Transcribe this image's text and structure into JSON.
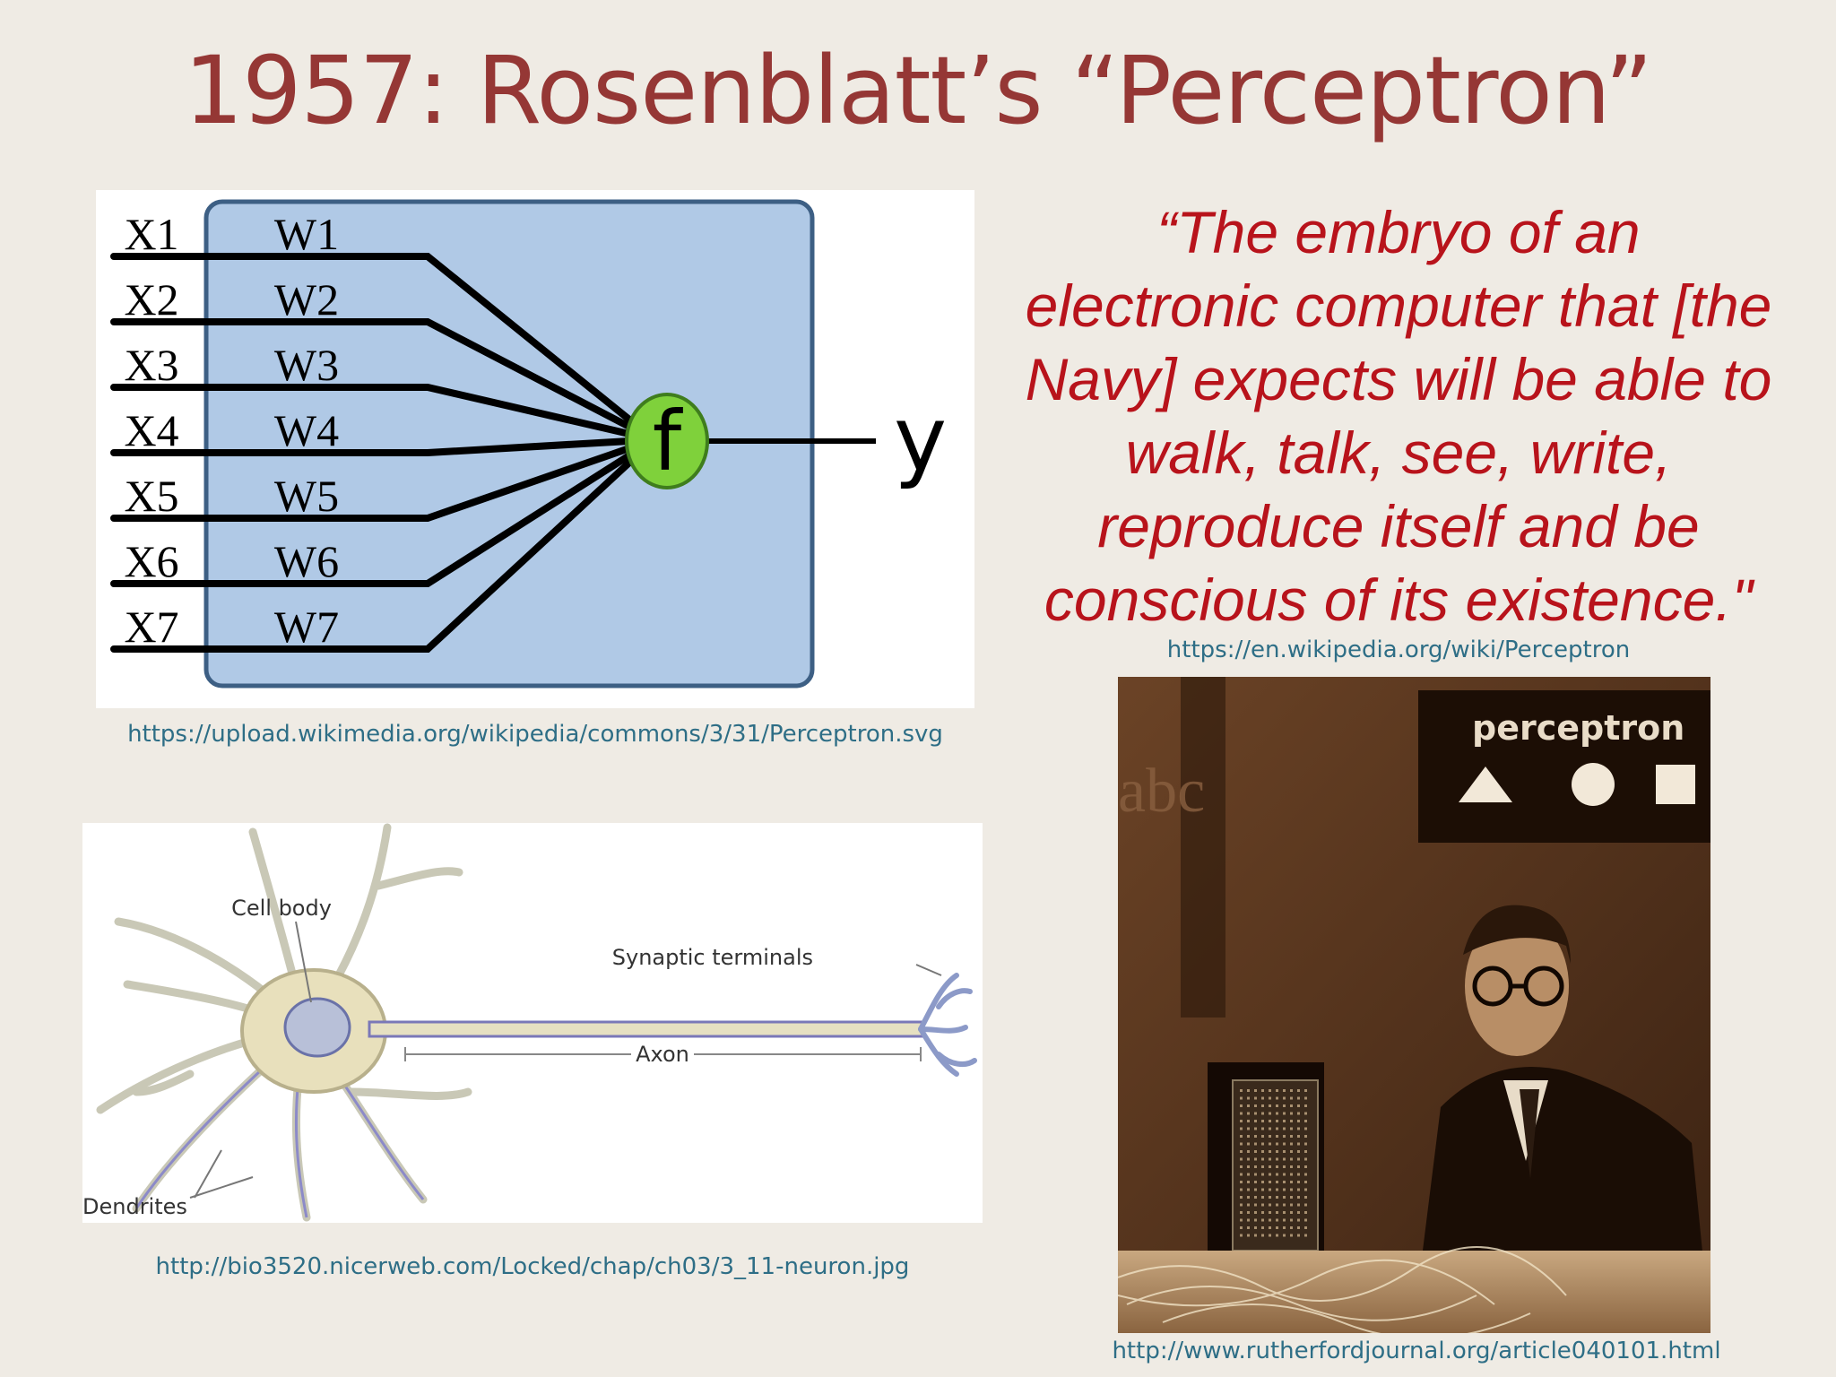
{
  "slide": {
    "title": "1957: Rosenblatt’s “Perceptron”"
  },
  "perceptron_diagram": {
    "inputs": [
      "X1",
      "X2",
      "X3",
      "X4",
      "X5",
      "X6",
      "X7"
    ],
    "weights": [
      "W1",
      "W2",
      "W3",
      "W4",
      "W5",
      "W6",
      "W7"
    ],
    "function_label": "f",
    "output_label": "y",
    "colors": {
      "box_fill": "#b0c9e6",
      "box_stroke": "#3d5f84",
      "node_fill": "#7fd13b",
      "node_stroke": "#3f7d1d"
    },
    "caption": "https://upload.wikimedia.org/wikipedia/commons/3/31/Perceptron.svg"
  },
  "quote": {
    "lines": [
      "“The embryo of an",
      "electronic computer that [the",
      "Navy] expects will be able to",
      "walk, talk, see, write,",
      "reproduce itself and be",
      "conscious of its existence.\""
    ],
    "source": "https://en.wikipedia.org/wiki/Perceptron",
    "color": "#b8131b"
  },
  "neuron_diagram": {
    "labels": {
      "cell_body": "Cell body",
      "synaptic_terminals": "Synaptic terminals",
      "axon": "Axon",
      "dendrites": "Dendrites"
    },
    "caption": "http://bio3520.nicerweb.com/Locked/chap/ch03/3_11-neuron.jpg"
  },
  "photo": {
    "sign_text": "perceptron",
    "wall_letters": "abc",
    "caption": "http://www.rutherfordjournal.org/article040101.html"
  }
}
